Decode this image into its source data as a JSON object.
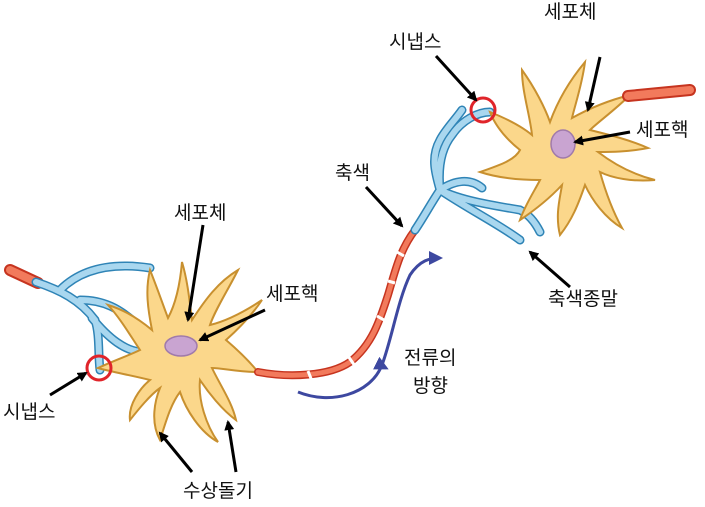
{
  "labels": {
    "synapse_left": "시냅스",
    "cell_body_left": "세포체",
    "nucleus_left": "세포핵",
    "dendrite": "수상돌기",
    "axon": "축색",
    "current_dir_line1": "전류의",
    "current_dir_line2": "방향",
    "synapse_right": "시냅스",
    "cell_body_right": "세포체",
    "nucleus_right": "세포핵",
    "axon_terminal": "축색종말"
  },
  "colors": {
    "soma_fill": "#fbd78b",
    "soma_stroke": "#c8902f",
    "nucleus_fill": "#c9a4d1",
    "terminal_fill": "#a9d7ef",
    "terminal_stroke": "#2f84b6",
    "myelin_fill": "#f27a5c",
    "myelin_stroke": "#c6341f",
    "synapse_ring": "#e0242a",
    "current_arrow": "#3d48a0"
  }
}
